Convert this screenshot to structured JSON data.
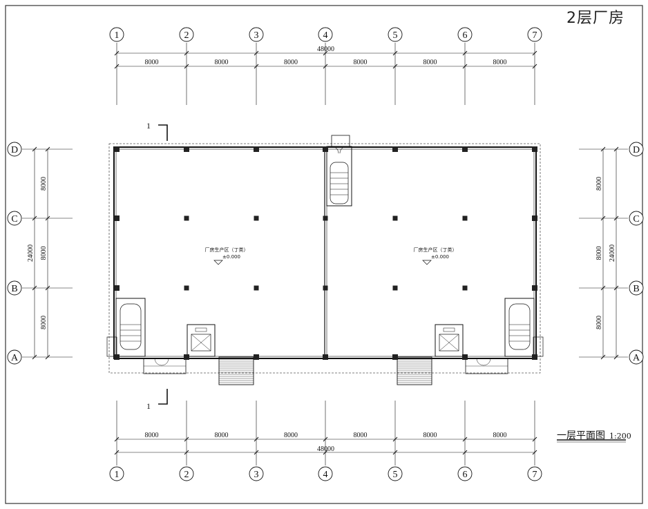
{
  "title": "2层厂房",
  "drawing": {
    "name": "一层平面图",
    "scale": "1:200"
  },
  "grid": {
    "columns": [
      "1",
      "2",
      "3",
      "4",
      "5",
      "6",
      "7"
    ],
    "rows": [
      "A",
      "B",
      "C",
      "D"
    ],
    "column_spacing": [
      "8000",
      "8000",
      "8000",
      "8000",
      "8000",
      "8000"
    ],
    "row_spacing": [
      "8000",
      "8000",
      "8000"
    ],
    "total_width": "48000",
    "total_depth": "24000"
  },
  "section_marker": "1",
  "rooms": [
    {
      "name": "厂房生产区（丁类）",
      "elevation": "±0.000"
    },
    {
      "name": "厂房生产区（丁类）",
      "elevation": "±0.000"
    }
  ],
  "colors": {
    "line": "#111111",
    "column": "#222222",
    "frame": "#333333"
  }
}
